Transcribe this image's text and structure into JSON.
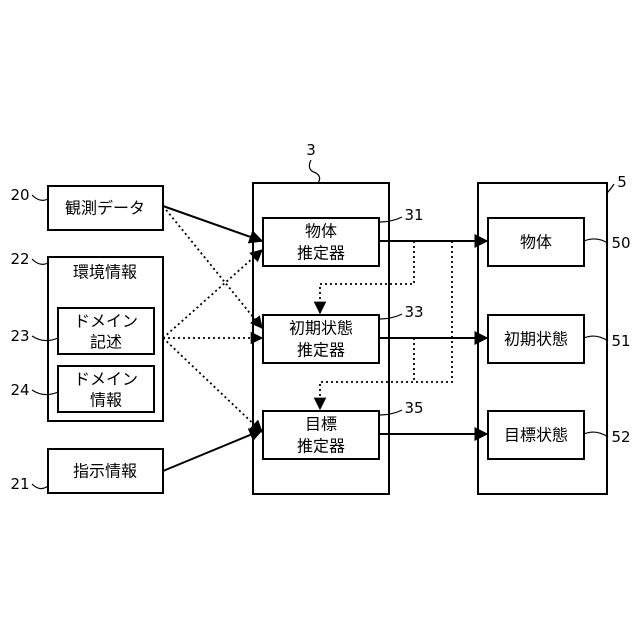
{
  "refs": {
    "obs": "20",
    "env": "22",
    "dom1": "23",
    "dom2": "24",
    "instr": "21",
    "unit3": "3",
    "e31": "31",
    "e33": "33",
    "e35": "35",
    "unit5": "5",
    "o50": "50",
    "o51": "51",
    "o52": "52"
  },
  "inputs": {
    "observation": "観測データ",
    "environment": "環境情報",
    "domain_desc": [
      "ドメイン",
      "記述"
    ],
    "domain_info": [
      "ドメイン",
      "情報"
    ],
    "instruction": "指示情報"
  },
  "estimators": {
    "object": [
      "物体",
      "推定器"
    ],
    "initial": [
      "初期状態",
      "推定器"
    ],
    "goal": [
      "目標",
      "推定器"
    ]
  },
  "outputs": {
    "object": "物体",
    "initial": "初期状態",
    "goal": "目標状態"
  }
}
